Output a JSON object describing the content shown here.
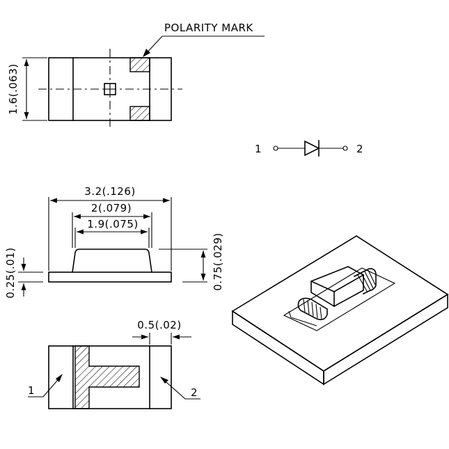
{
  "top_view": {
    "polarity_label": "POLARITY MARK",
    "height_dim": "1.6(.063)"
  },
  "schematic": {
    "pin1": "1",
    "pin2": "2"
  },
  "side_view": {
    "overall_length": "3.2(.126)",
    "body_top_length": "2(.079)",
    "body_inner_length": "1.9(.075)",
    "height_total": "0.75(.029)",
    "terminal_thickness": "0.25(.01)"
  },
  "bottom_view": {
    "terminal_width": "0.5(.02)",
    "pad1_label": "1",
    "pad2_label": "2"
  }
}
